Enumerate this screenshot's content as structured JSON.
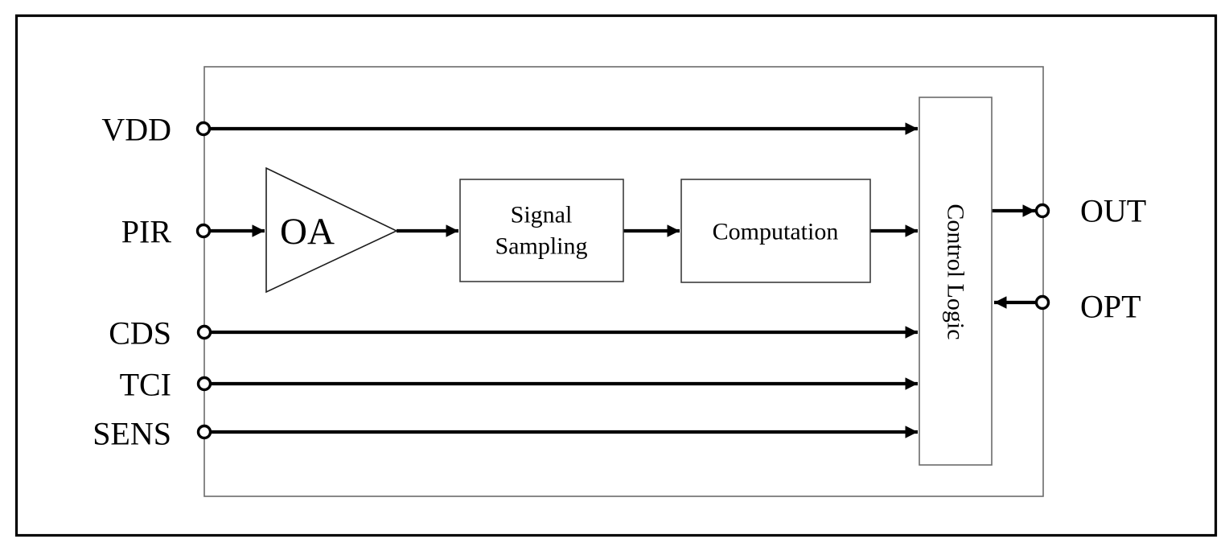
{
  "diagram": {
    "type": "block-diagram",
    "blocks": {
      "oa": {
        "label": "OA"
      },
      "signal_sampling": {
        "lines": [
          "Signal",
          "Sampling"
        ]
      },
      "computation": {
        "label": "Computation"
      },
      "control_logic": {
        "label": "Control Logic"
      }
    },
    "pins": {
      "left": [
        {
          "name": "VDD"
        },
        {
          "name": "PIR"
        },
        {
          "name": "CDS"
        },
        {
          "name": "TCI"
        },
        {
          "name": "SENS"
        }
      ],
      "right": [
        {
          "name": "OUT"
        },
        {
          "name": "OPT"
        }
      ]
    },
    "colors": {
      "background": "#ffffff",
      "wire": "#000000",
      "outer_border": "#000000",
      "box_border": "#3c3c3c",
      "chip_boundary": "#6b6b6b"
    }
  }
}
